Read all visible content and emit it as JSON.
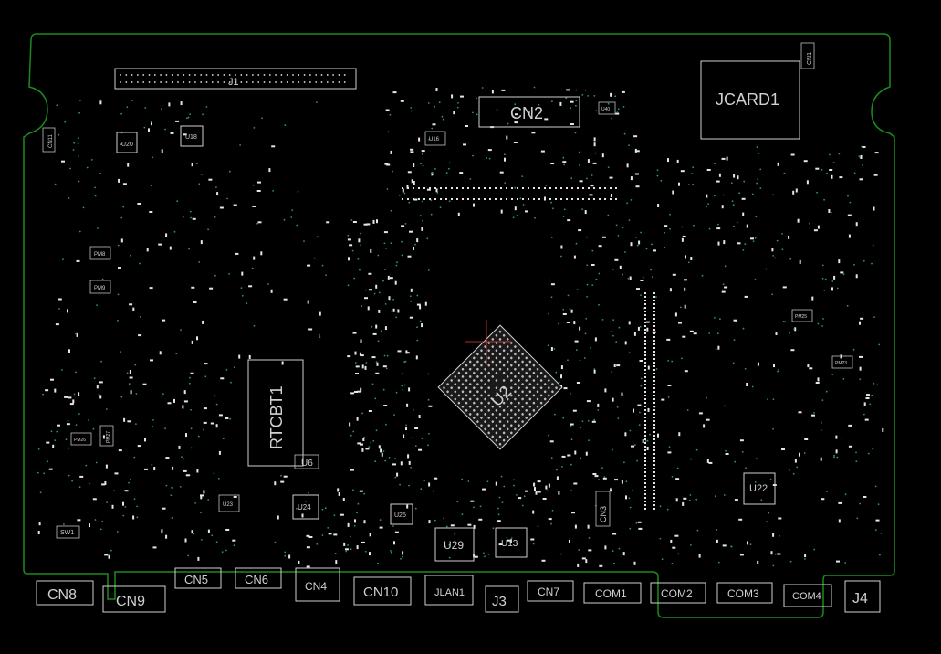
{
  "board": {
    "colors": {
      "background": "#000000",
      "outline": "#1e8a1e",
      "silkscreen": "#d0d0d0",
      "vias": "#2f8f8f",
      "crosshair": "#e04040"
    },
    "components": {
      "J1": "J1",
      "CN2": "CN2",
      "JCARD1": "JCARD1",
      "CN1": "CN1",
      "CN11": "CN11",
      "U20": "U20",
      "U18": "U18",
      "U16": "U16",
      "U40": "U40",
      "PM8": "PM8",
      "PM9": "PM9",
      "PM26": "PM26",
      "PM25": "PM25",
      "PM23": "PM23",
      "PM27": "PM27",
      "RTCBT1": "RTCBT1",
      "U6": "U6",
      "U2": "U2",
      "U22": "U22",
      "U23": "U23",
      "U24": "U24",
      "U25": "U25",
      "U29": "U29",
      "U13": "U13",
      "CN3": "CN3",
      "SW1": "SW1"
    },
    "connectors": {
      "CN8": "CN8",
      "CN9": "CN9",
      "CN5": "CN5",
      "CN6": "CN6",
      "CN4": "CN4",
      "CN10": "CN10",
      "JLAN1": "JLAN1",
      "J3": "J3",
      "CN7": "CN7",
      "COM1": "COM1",
      "COM2": "COM2",
      "COM3": "COM3",
      "COM4": "COM4",
      "J4": "J4"
    }
  }
}
